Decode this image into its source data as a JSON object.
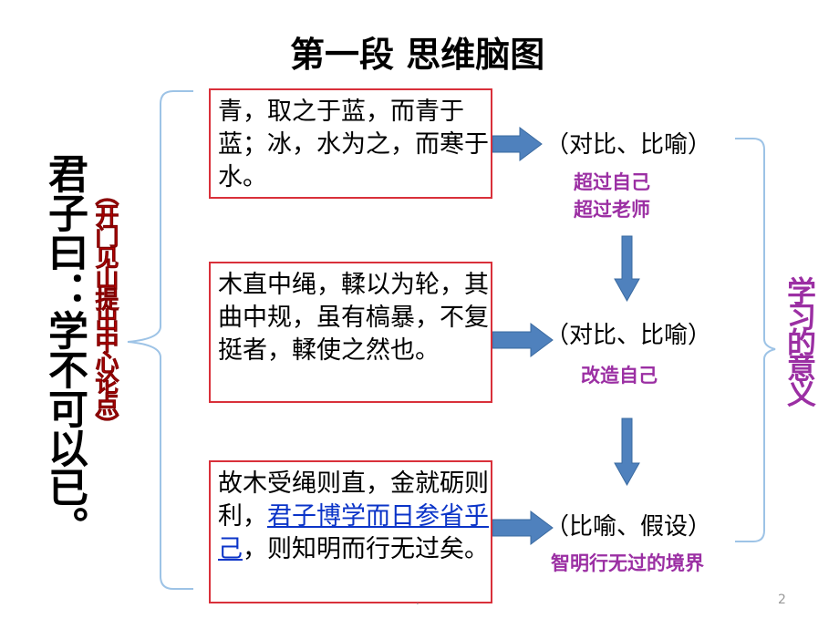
{
  "title": "第一段  思维脑图",
  "main_statement": "君子曰：学不可以已。",
  "main_note": "（开门见山提出中心论点）",
  "boxes": [
    {
      "text": "青，取之于蓝，而青于蓝；冰，水为之，而寒于水。"
    },
    {
      "text": "木直中绳，輮以为轮，其曲中规，虽有槁暴，不复挺者，輮使之然也。"
    },
    {
      "text_before": "故木受绳则直，金就砺则利，",
      "link_text": "君子博学而日参省乎己",
      "text_after": "，则知明而行无过矣。"
    }
  ],
  "results": [
    {
      "method": "（对比、比喻）",
      "meanings": [
        "超过自己",
        "超过老师"
      ]
    },
    {
      "method": "（对比、比喻）",
      "meanings": [
        "改造自己"
      ]
    },
    {
      "method": "（比喻、假设）",
      "meanings": [
        "智明行无过的境界"
      ]
    }
  ],
  "side_label": "学习的意义",
  "page_number": "2",
  "footer_dot": ".",
  "colors": {
    "box_border": "#d9303a",
    "arrow": "#4f81bd",
    "bracket": "#9dc3e6",
    "red_text": "#e00000",
    "purple_text": "#9b2fa3",
    "link": "#0b34c8"
  }
}
